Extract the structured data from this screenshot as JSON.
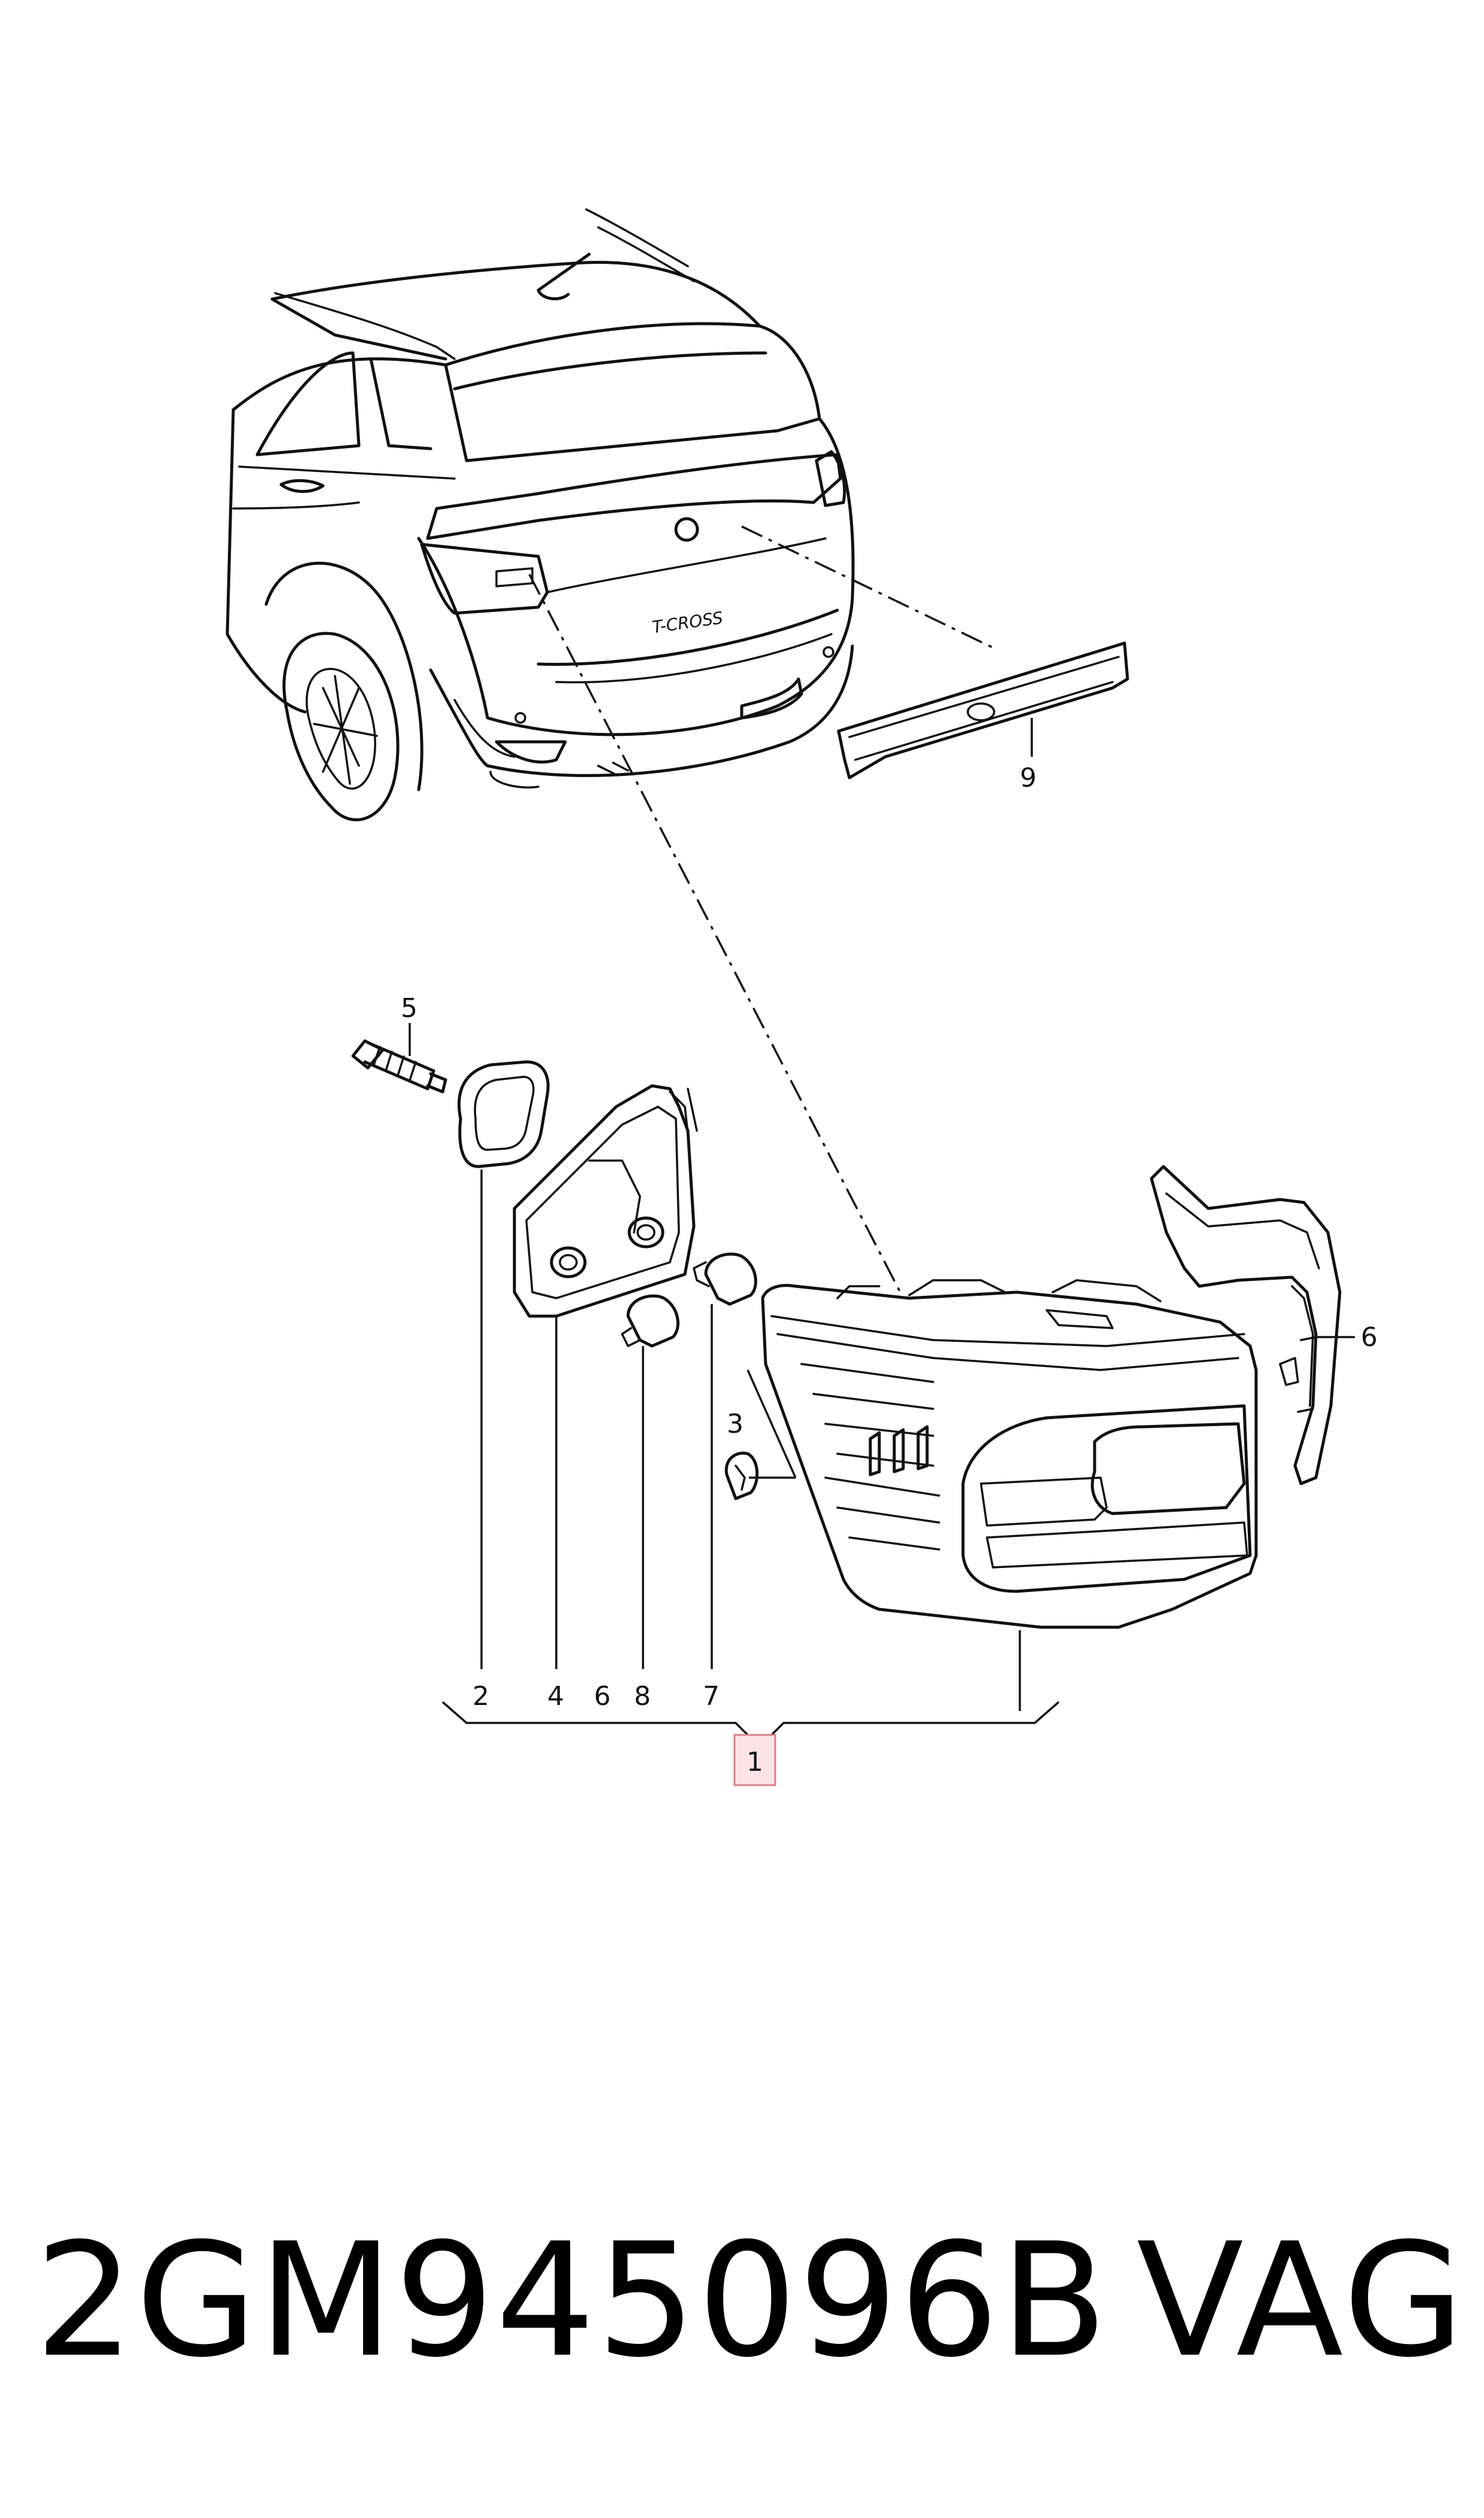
{
  "callouts": {
    "c1": "1",
    "c2": "2",
    "c3": "3",
    "c4": "4",
    "c5": "5",
    "c6a": "6",
    "c6b": "6",
    "c7": "7",
    "c8": "8",
    "c9": "9",
    "car_badge": "T-CROSS"
  },
  "footer": {
    "part_number": "2GM945096B",
    "brand": "VAG"
  },
  "colors": {
    "line": "#111111",
    "highlight_fill": "#fbe3e6",
    "highlight_stroke": "#d9808c"
  }
}
